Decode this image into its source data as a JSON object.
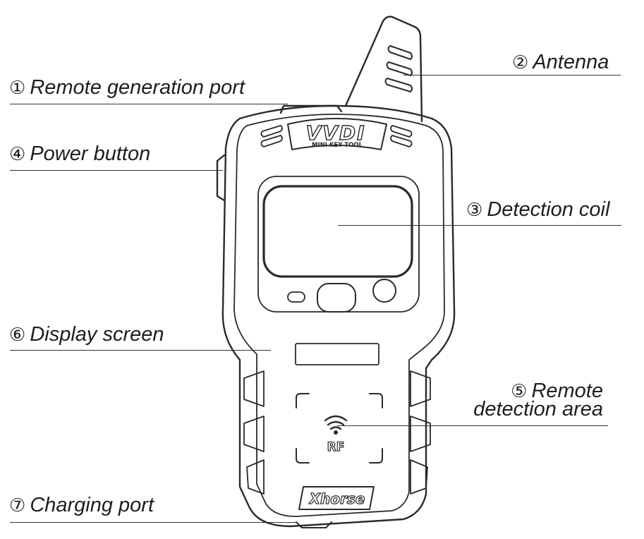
{
  "device": {
    "brand_logo": "VVDI",
    "model_text": "MINI KEY TOOL",
    "rf_text": "RF",
    "maker_logo": "Xhorse"
  },
  "callouts": [
    {
      "num": "①",
      "text": "Remote generation port"
    },
    {
      "num": "②",
      "text": "Antenna"
    },
    {
      "num": "③",
      "text": "Detection coil"
    },
    {
      "num": "④",
      "text": "Power button"
    },
    {
      "num": "⑤",
      "text": "Remote",
      "text_line2": "detection area"
    },
    {
      "num": "⑥",
      "text": "Display screen"
    },
    {
      "num": "⑦",
      "text": "Charging port"
    }
  ],
  "colors": {
    "stroke": "#2a2a2a",
    "background": "#ffffff"
  }
}
